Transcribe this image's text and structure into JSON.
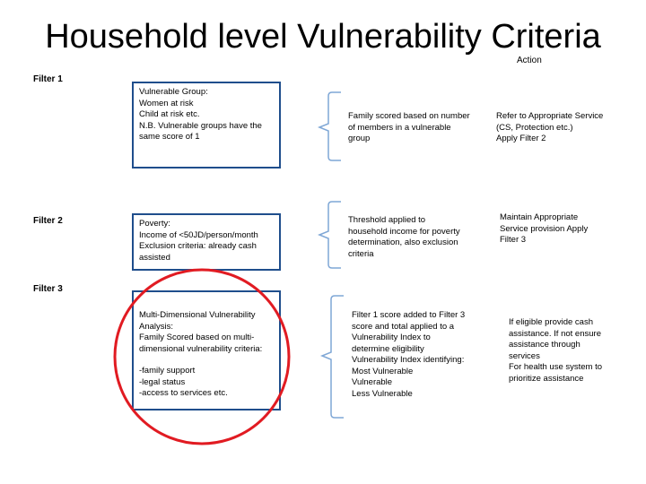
{
  "title": "Household level Vulnerability Criteria",
  "action_header": "Action",
  "accent_colors": {
    "box_border": "#1f4e8c",
    "bracket": "#7fa7d6",
    "circle": "#e11b22"
  },
  "filters": [
    {
      "label": "Filter 1",
      "criteria": [
        "Vulnerable Group:",
        "Women at risk",
        "Child at risk etc.",
        "N.B. Vulnerable groups have the",
        "same score of 1"
      ],
      "method": [
        "Family scored based on number",
        "of members in a vulnerable",
        "group"
      ],
      "action": [
        "Refer to Appropriate Service",
        "(CS, Protection etc.)",
        "Apply Filter 2"
      ]
    },
    {
      "label": "Filter 2",
      "criteria": [
        "Poverty:",
        "Income of <50JD/person/month",
        "Exclusion criteria: already cash",
        "assisted"
      ],
      "method": [
        "Threshold applied to",
        "household income for poverty",
        "determination, also exclusion",
        "criteria"
      ],
      "action": [
        "Maintain Appropriate",
        "Service provision Apply",
        "Filter 3"
      ]
    },
    {
      "label": "Filter 3",
      "criteria_top": [
        "Multi-Dimensional Vulnerability",
        "Analysis:",
        "Family Scored based on multi-",
        "dimensional vulnerability criteria:"
      ],
      "criteria_bottom": [
        "-family support",
        "-legal status",
        "-access to services etc."
      ],
      "method": [
        "Filter 1 score added to Filter 3",
        "score and total applied to a",
        "Vulnerability Index to",
        "determine eligibility",
        "Vulnerability Index identifying:",
        "Most Vulnerable",
        "Vulnerable",
        "Less Vulnerable"
      ],
      "action": [
        "If eligible provide cash",
        "assistance. If not ensure",
        "assistance through",
        "services",
        "For health use system to",
        "prioritize assistance"
      ]
    }
  ]
}
